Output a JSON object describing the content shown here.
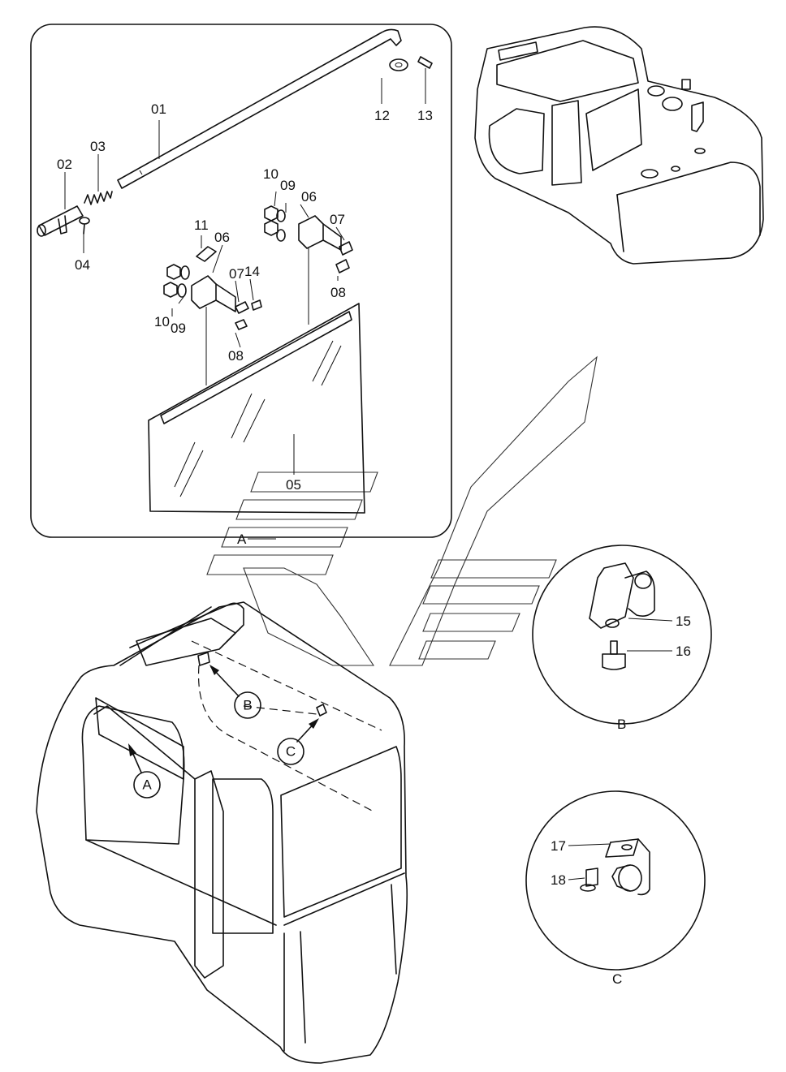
{
  "detail_a": {
    "letter": "A",
    "parts": [
      {
        "id": "p01",
        "num": "01"
      },
      {
        "id": "p02",
        "num": "02"
      },
      {
        "id": "p03",
        "num": "03"
      },
      {
        "id": "p04",
        "num": "04"
      },
      {
        "id": "p05",
        "num": "05"
      },
      {
        "id": "p06a",
        "num": "06"
      },
      {
        "id": "p06b",
        "num": "06"
      },
      {
        "id": "p07a",
        "num": "07"
      },
      {
        "id": "p07b",
        "num": "07"
      },
      {
        "id": "p08a",
        "num": "08"
      },
      {
        "id": "p08b",
        "num": "08"
      },
      {
        "id": "p09a",
        "num": "09"
      },
      {
        "id": "p09b",
        "num": "09"
      },
      {
        "id": "p10a",
        "num": "10"
      },
      {
        "id": "p10b",
        "num": "10"
      },
      {
        "id": "p11",
        "num": "11"
      },
      {
        "id": "p12",
        "num": "12"
      },
      {
        "id": "p13",
        "num": "13"
      },
      {
        "id": "p14",
        "num": "14"
      }
    ]
  },
  "detail_b": {
    "letter": "B",
    "parts": [
      {
        "id": "p15",
        "num": "15"
      },
      {
        "id": "p16",
        "num": "16"
      }
    ]
  },
  "detail_c": {
    "letter": "C",
    "parts": [
      {
        "id": "p17",
        "num": "17"
      },
      {
        "id": "p18",
        "num": "18"
      }
    ]
  },
  "cab_callouts": {
    "a": "A",
    "b": "B",
    "c": "C"
  }
}
